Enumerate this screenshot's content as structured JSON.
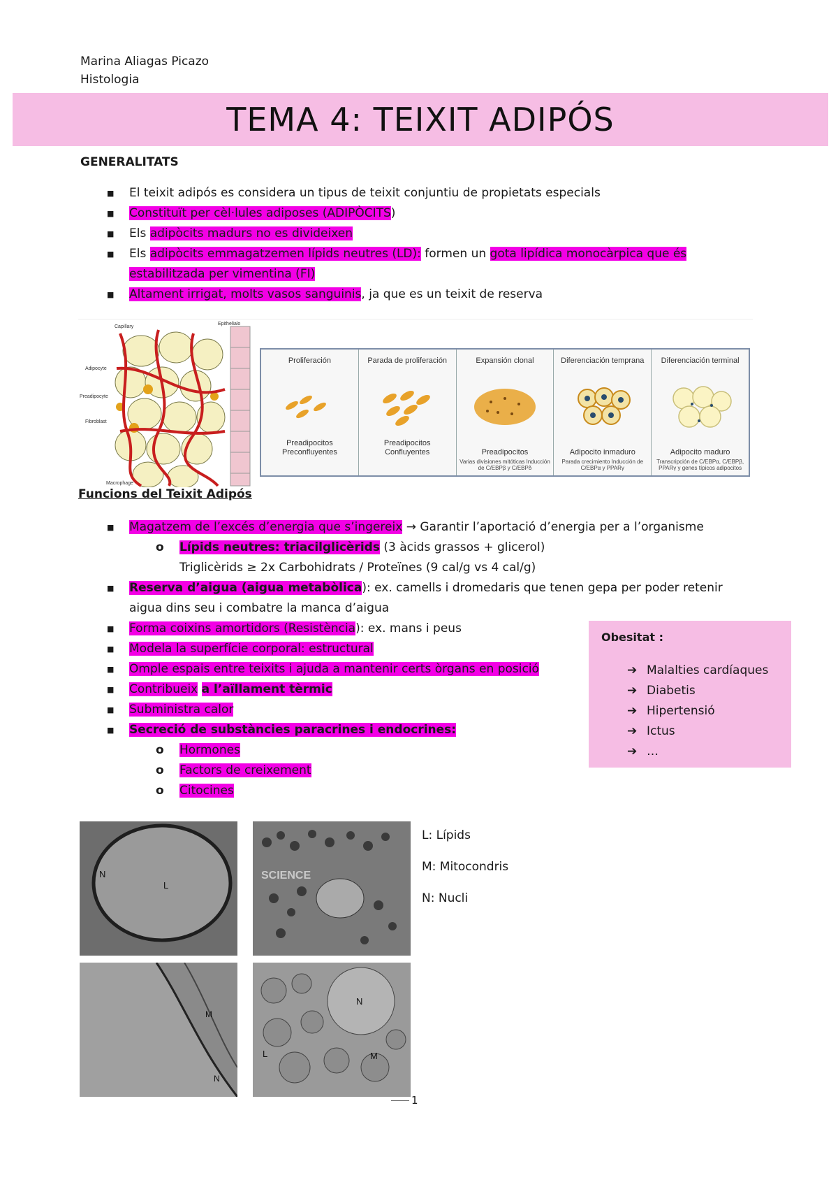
{
  "header": {
    "author": "Marina Aliagas Picazo",
    "subject": "Histologia"
  },
  "title": "TEMA 4: TEIXIT ADIPÓS",
  "generalitats": {
    "heading": "GENERALITATS",
    "b1": "El teixit adipós es considera un tipus de teixit conjuntiu de propietats especials",
    "b2_hl": "Constituït per cèl·lules adiposes (ADIPÒCITS",
    "b2_end": ")",
    "b3_a": "Els ",
    "b3_hl": "adipòcits madurs no es divideixen",
    "b4_a": "Els ",
    "b4_hl": "adipòcits emmagatzemen lípids neutres (LD):",
    "b4_b": " formen un ",
    "b4_hl2": "gota lipídica monocàrpica que és",
    "b4_hl3": "estabilitzada per vimentina (FI)",
    "b5_hl": "Altament irrigat, molts vasos sanguinis",
    "b5_end": ", ja que es un teixit de reserva"
  },
  "figure_schema": {
    "labels": [
      "Capillary",
      "Adipocyte",
      "Preadipocyte",
      "Fibroblast",
      "Macrophage",
      "Epithelialo"
    ]
  },
  "figure_stages": [
    {
      "title": "Proliferación",
      "cell": "Preadipocitos",
      "cell2": "Preconfluyentes",
      "desc": ""
    },
    {
      "title": "Parada de proliferación",
      "cell": "Preadipocitos",
      "cell2": "Confluyentes",
      "desc": ""
    },
    {
      "title": "Expansión clonal",
      "cell": "Preadipocitos",
      "cell2": "",
      "desc": "Varias divisiones mitóticas Inducción de C/EBPβ y C/EBPδ"
    },
    {
      "title": "Diferenciación temprana",
      "cell": "Adipocito inmaduro",
      "cell2": "",
      "desc": "Parada crecimiento Inducción de C/EBPα y PPARγ"
    },
    {
      "title": "Diferenciación terminal",
      "cell": "Adipocito maduro",
      "cell2": "",
      "desc": "Transcripción de C/EBPα, C/EBPβ, PPARγ y genes típicos adipocitos"
    }
  ],
  "funcions": {
    "heading": "Funcions del Teixit Adipós",
    "f1_hl": "Magatzem de l’excés d’energia que s’ingereix",
    "f1_arrow": "→",
    "f1_end": " Garantir l’aportació d’energia per a l’organisme",
    "f1_sub_hl": "Lípids neutres: triacilglicèrids",
    "f1_sub_end": " (3 àcids grassos + glicerol)",
    "f1_cont": "Triglicèrids    ≥    2x Carbohidrats / Proteïnes (9  cal/g vs 4 cal/g)",
    "f2_hl": "Reserva d’aigua (aigua metabòlica",
    "f2_end": "): ex. camells i dromedaris que tenen gepa per poder retenir",
    "f2_cont": "aigua dins seu i combatre la manca d’aigua",
    "f3_hl": "Forma coixins amortidors (Resistència",
    "f3_end": "): ex. mans i peus",
    "f4_hl": "Modela la superfície corporal: estructural",
    "f5_hl": "Omple espais entre teixits i ajuda a mantenir certs òrgans en posició",
    "f6_hl": "Contribueix",
    "f6_hl2": "a l’aïllament tèrmic",
    "f7_hl": "Subministra calor",
    "f8_hl": "Secreció de substàncies paracrines i endocrines:",
    "f8_subs": [
      "Hormones",
      "Factors de creixement",
      "Citocines"
    ]
  },
  "obesitat": {
    "title": "Obesitat :",
    "arrow": "➔",
    "items": [
      "Malalties cardíaques",
      "Diabetis",
      "Hipertensió",
      "Ictus",
      "…"
    ]
  },
  "micrographs": {
    "labels": [
      "L",
      "N",
      "M",
      "N",
      "N",
      "L",
      "M"
    ],
    "watermark": "SCIENCE"
  },
  "legend": [
    "L: Lípids",
    "M: Mitocondris",
    "N: Nucli"
  ],
  "page_number": "1",
  "colors": {
    "highlight": "#f300e6",
    "banner": "#f6bde4"
  }
}
